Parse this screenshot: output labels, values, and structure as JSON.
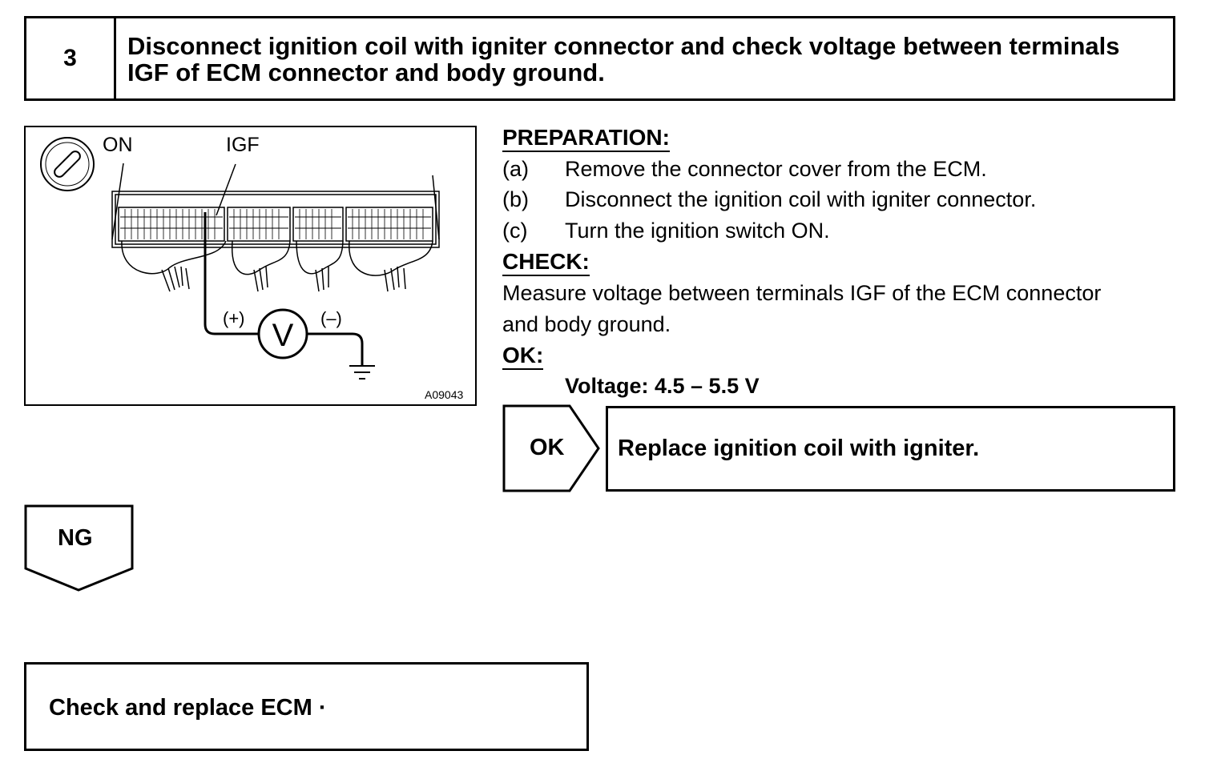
{
  "step": {
    "number": "3",
    "title": "Disconnect ignition coil with igniter connector and check voltage between terminals IGF of ECM connector and body ground."
  },
  "diagram": {
    "label_on": "ON",
    "label_igf": "IGF",
    "label_plus": "(+)",
    "label_minus": "(–)",
    "meter_symbol": "V",
    "figure_code": "A09043",
    "icons": [
      "ignition-key-icon",
      "voltmeter-icon",
      "ground-icon"
    ]
  },
  "preparation": {
    "heading": "PREPARATION:",
    "steps": [
      {
        "marker": "(a)",
        "text": "Remove the connector cover from the ECM."
      },
      {
        "marker": "(b)",
        "text": "Disconnect the ignition coil with igniter connector."
      },
      {
        "marker": "(c)",
        "text": "Turn the ignition switch ON."
      }
    ]
  },
  "check": {
    "heading": "CHECK:",
    "lines": [
      "Measure voltage between terminals IGF of the ECM connector",
      "and body ground."
    ]
  },
  "ok": {
    "heading": "OK:",
    "spec": "Voltage: 4.5 – 5.5 V"
  },
  "result_ok": {
    "label": "OK",
    "action": "Replace ignition coil with igniter."
  },
  "result_ng": {
    "label": "NG",
    "action": "Check and replace ECM ·"
  }
}
